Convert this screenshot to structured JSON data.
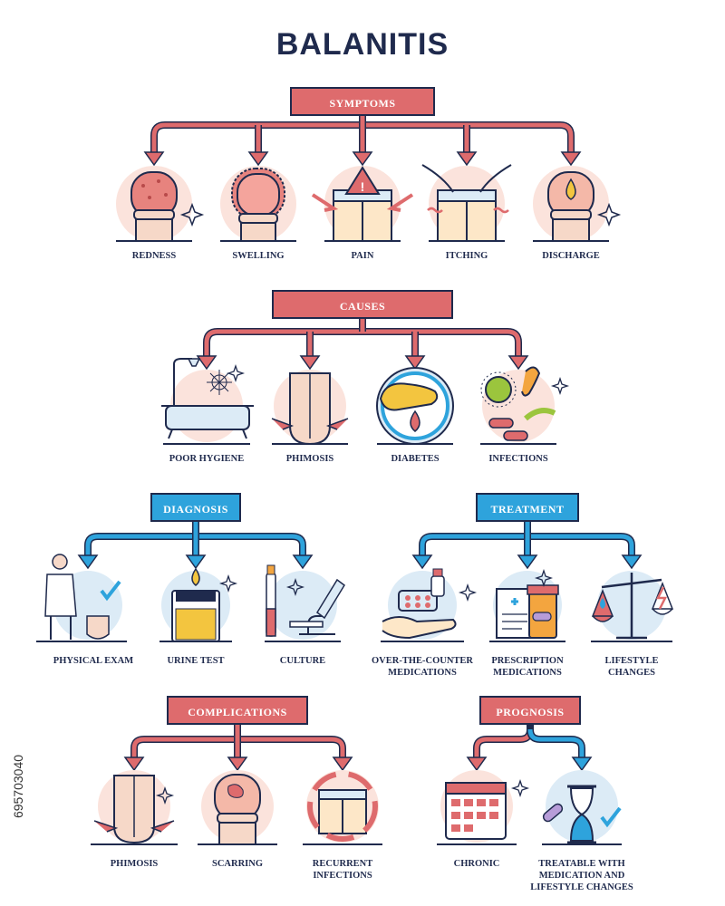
{
  "title": "BALANITIS",
  "sections": {
    "symptoms": {
      "header": "SYMPTOMS",
      "items": [
        "REDNESS",
        "SWELLING",
        "PAIN",
        "ITCHING",
        "DISCHARGE"
      ]
    },
    "causes": {
      "header": "CAUSES",
      "items": [
        "POOR HYGIENE",
        "PHIMOSIS",
        "DIABETES",
        "INFECTIONS"
      ]
    },
    "diagnosis": {
      "header": "DIAGNOSIS",
      "items": [
        "PHYSICAL EXAM",
        "URINE TEST",
        "CULTURE"
      ]
    },
    "treatment": {
      "header": "TREATMENT",
      "items": [
        "OVER-THE-COUNTER",
        "MEDICATIONS",
        "PRESCRIPTION",
        "MEDICATIONS",
        "LIFESTYLE",
        "CHANGES"
      ]
    },
    "complications": {
      "header": "COMPLICATIONS",
      "items": [
        "PHIMOSIS",
        "SCARRING",
        "RECURRENT",
        "INFECTIONS"
      ]
    },
    "prognosis": {
      "header": "PROGNOSIS",
      "items": [
        "CHRONIC",
        "TREATABLE WITH",
        "MEDICATION AND",
        "LIFESTYLE CHANGES"
      ]
    }
  },
  "stock_id": "695703040",
  "colors": {
    "red": "#de6b6d",
    "blue": "#2ea3dc",
    "navy": "#1f2a4d",
    "pink_bg": "#fbe3dc",
    "blue_bg": "#dcebf6"
  }
}
